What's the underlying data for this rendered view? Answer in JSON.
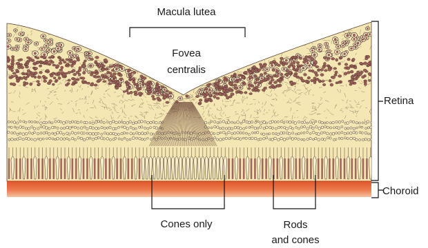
{
  "labels": {
    "macula_lutea": "Macula lutea",
    "fovea_line1": "Fovea",
    "fovea_line2": "centralis",
    "retina": "Retina",
    "choroid": "Choroid",
    "cones_only": "Cones only",
    "rods_and_cones_line1": "Rods",
    "rods_and_cones_line2": "and cones"
  },
  "colors": {
    "retina_tissue": "#f4e7b4",
    "nucleus_fill": "#9b5f57",
    "nucleus_outline": "#3a2824",
    "fibre_lines": "#7a5a45",
    "choroid_top": "#e86a3a",
    "choroid_bottom": "#f3b590",
    "bracket": "#111111"
  }
}
